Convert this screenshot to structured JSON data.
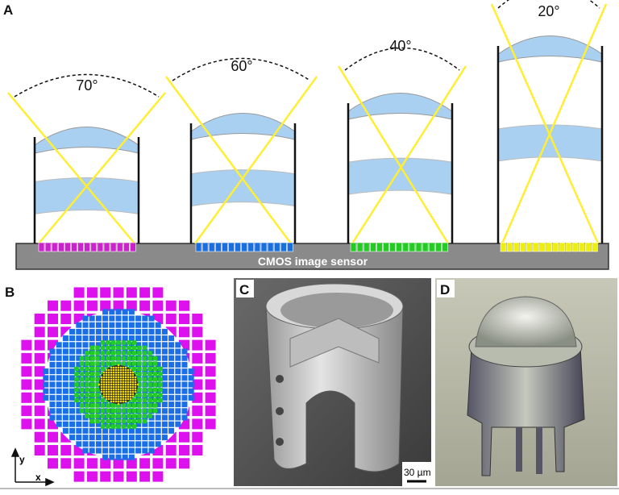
{
  "panels": {
    "a": {
      "label": "A",
      "sensor_label": "CMOS image sensor",
      "lenses": [
        {
          "angle": "70°",
          "pixel_color": "#cc22cc"
        },
        {
          "angle": "60°",
          "pixel_color": "#1a6fe0"
        },
        {
          "angle": "40°",
          "pixel_color": "#22cc22"
        },
        {
          "angle": "20°",
          "pixel_color": "#eeee11"
        }
      ]
    },
    "b": {
      "label": "B",
      "axis_x": "x",
      "axis_y": "y"
    },
    "c": {
      "label": "C",
      "scale_bar": "30 µm"
    },
    "d": {
      "label": "D"
    }
  },
  "colors": {
    "lens": "#a9d0f0",
    "ray": "#ffee33",
    "sensor": "#888888",
    "magenta": "#dd11ee",
    "blue": "#1a6fe8",
    "green": "#22cc22",
    "yellow": "#f0d800"
  }
}
